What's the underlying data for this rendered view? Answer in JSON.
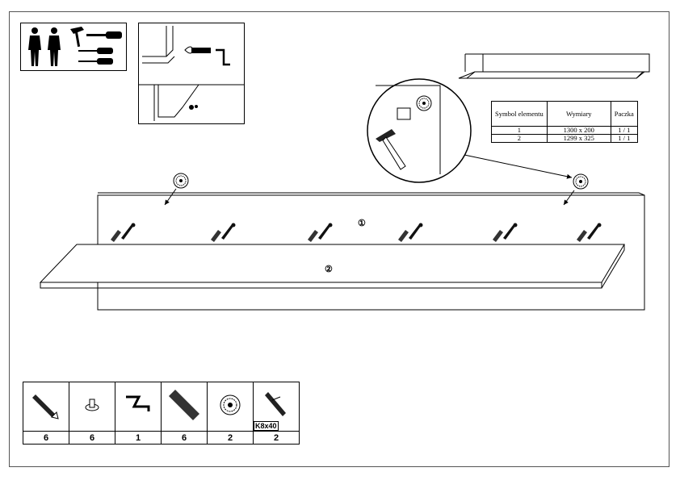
{
  "labels": {
    "panel": "①",
    "shelf": "②"
  },
  "table": {
    "headers": [
      "Symbol elementu",
      "Wymiary",
      "Paczka"
    ],
    "rows": [
      {
        "symbol": "1",
        "dims": "1300 x 200",
        "pack": "1 / 1"
      },
      {
        "symbol": "2",
        "dims": "1299 x 325",
        "pack": "1 / 1"
      }
    ]
  },
  "parts": [
    {
      "icon": "screw-icon",
      "qty": "6"
    },
    {
      "icon": "cam-pin-icon",
      "qty": "6"
    },
    {
      "icon": "allen-key-icon",
      "qty": "1"
    },
    {
      "icon": "wooden-dowel-icon",
      "qty": "6"
    },
    {
      "icon": "wall-hanger-icon",
      "qty": "2"
    },
    {
      "icon": "wall-plug-icon",
      "qty": "2",
      "code": "K8x40"
    }
  ]
}
